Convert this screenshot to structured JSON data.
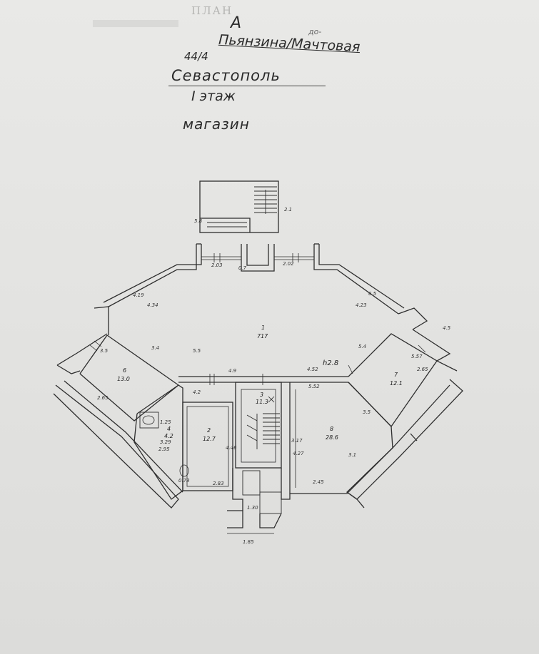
{
  "header": {
    "stamp": "ПЛАН",
    "letter": "А",
    "corner_mark": "до-",
    "street": "Пьянзина/Мачтовая",
    "house": "44/4",
    "city": "Севастополь",
    "floor": "I этаж",
    "purpose": "магазин"
  },
  "plan": {
    "rooms": [
      {
        "num": "1",
        "area": "717"
      },
      {
        "num": "6",
        "area": "13.0"
      },
      {
        "num": "7",
        "area": "12.1"
      },
      {
        "num": "8",
        "area": "28.6"
      },
      {
        "num": "2",
        "area": "12.7"
      },
      {
        "num": "3",
        "area": "11.3"
      },
      {
        "num": "4",
        "area": "4.2"
      }
    ],
    "height": "h2.8",
    "dims": [
      "2.65",
      "2.1",
      "5.8",
      "2.03",
      "2.02",
      "0.7",
      "4.19",
      "4.34",
      "3.4",
      "5.5",
      "4.9",
      "4.52",
      "5.4",
      "6.5",
      "4.23",
      "5.52",
      "5.57",
      "3.5",
      "3.1",
      "2.65",
      "3.5",
      "4.5",
      "3.17",
      "2.45",
      "1.25",
      "2.83",
      "4.46",
      "4.27",
      "1.30",
      "1.85",
      "0.73",
      "2.95",
      "3.29",
      "4.2"
    ]
  }
}
